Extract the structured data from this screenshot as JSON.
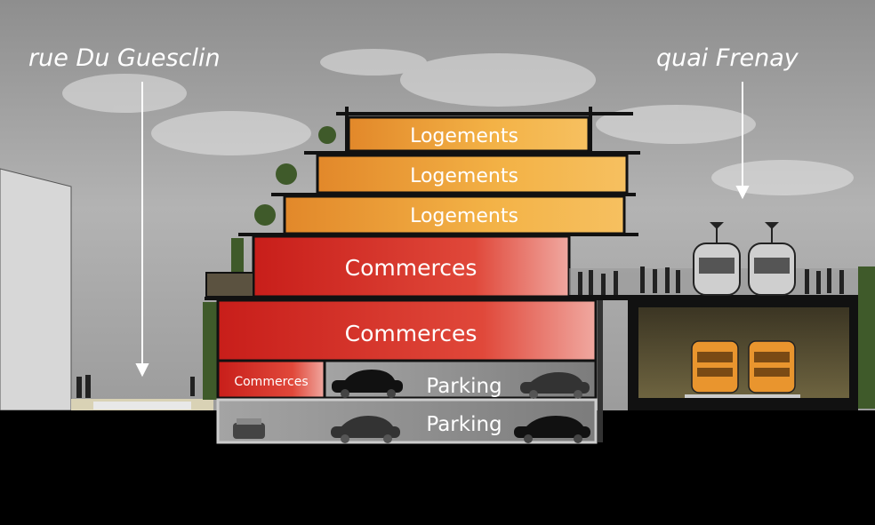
{
  "streets": {
    "left": "rue Du Guesclin",
    "right": "quai Frenay"
  },
  "floors": {
    "logements_1": "Logements",
    "logements_2": "Logements",
    "logements_3": "Logements",
    "commerces_1": "Commerces",
    "commerces_2": "Commerces",
    "commerces_small": "Commerces",
    "parking_1": "Parking",
    "parking_2": "Parking"
  },
  "colors": {
    "logements": "#f0a83a",
    "commerces": "#d83a2a",
    "parking": "#9a9a9a",
    "sky": "#a9a9a9",
    "ground": "#000000"
  }
}
